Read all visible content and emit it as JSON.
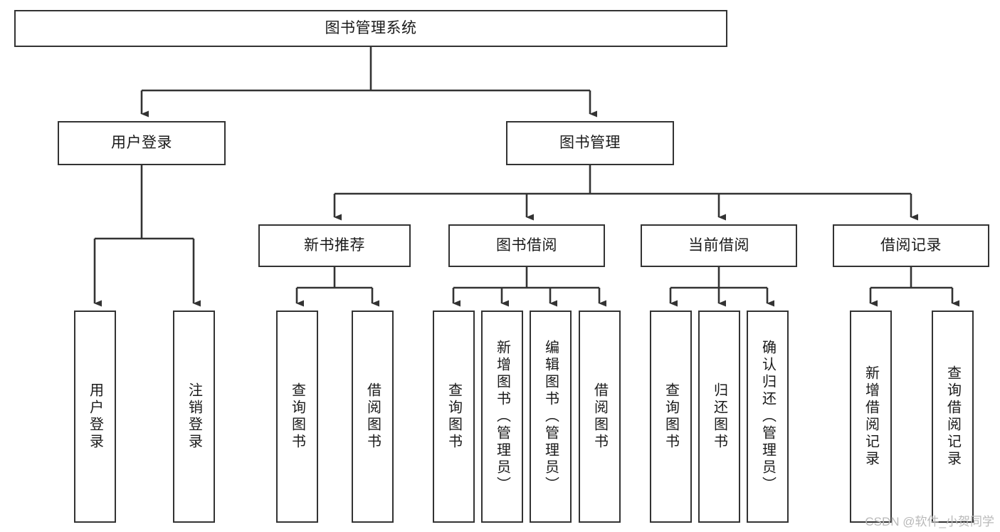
{
  "diagram": {
    "title": "图书管理系统",
    "type": "tree-hierarchy-chart",
    "colors": {
      "box_border": "#333333",
      "box_fill": "#ffffff",
      "connector": "#333333",
      "text": "#1a1a1a",
      "watermark": "#b9b9b9",
      "background": "#ffffff"
    },
    "nodes": {
      "root": {
        "label": "图书管理系统"
      },
      "level2": [
        {
          "id": "user-login",
          "label": "用户登录"
        },
        {
          "id": "book-management",
          "label": "图书管理"
        }
      ],
      "level3": [
        {
          "id": "new-book-recommend",
          "label": "新书推荐"
        },
        {
          "id": "book-borrow",
          "label": "图书借阅"
        },
        {
          "id": "current-borrow",
          "label": "当前借阅"
        },
        {
          "id": "borrow-record",
          "label": "借阅记录"
        }
      ],
      "leaves": {
        "user_login": [
          {
            "id": "leaf-user-login",
            "label": "用户登录"
          },
          {
            "id": "leaf-logout-login",
            "label": "注销登录"
          }
        ],
        "new_book_recommend": [
          {
            "id": "leaf-query-book-1",
            "label": "查询图书"
          },
          {
            "id": "leaf-borrow-book-1",
            "label": "借阅图书"
          }
        ],
        "book_borrow": [
          {
            "id": "leaf-query-book-2",
            "label": "查询图书"
          },
          {
            "id": "leaf-add-book",
            "label": "新增图书（管理员）"
          },
          {
            "id": "leaf-edit-book",
            "label": "编辑图书（管理员）"
          },
          {
            "id": "leaf-borrow-book-2",
            "label": "借阅图书"
          }
        ],
        "current_borrow": [
          {
            "id": "leaf-query-book-3",
            "label": "查询图书"
          },
          {
            "id": "leaf-return-book",
            "label": "归还图书"
          },
          {
            "id": "leaf-confirm-return",
            "label": "确认归还（管理员）"
          }
        ],
        "borrow_record": [
          {
            "id": "leaf-add-borrow-record",
            "label": "新增借阅记录"
          },
          {
            "id": "leaf-query-borrow-record",
            "label": "查询借阅记录"
          }
        ]
      }
    },
    "watermark": "CSDN @软件_小贺同学"
  }
}
